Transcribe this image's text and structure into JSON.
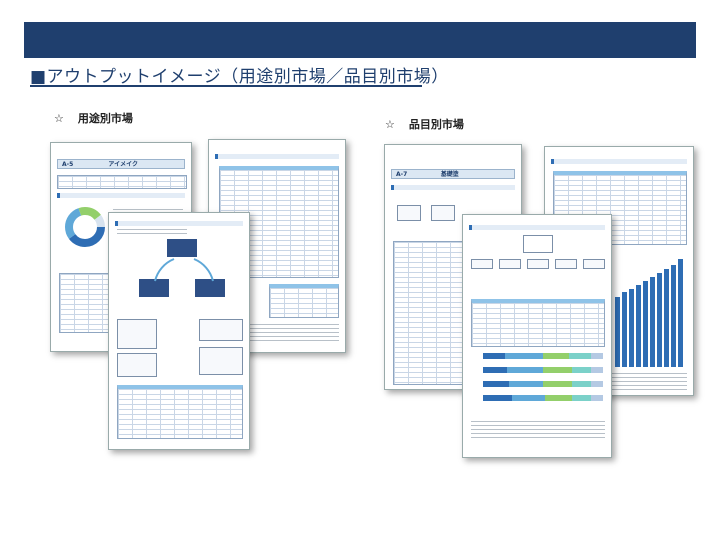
{
  "page": {
    "title": "■アウトプットイメージ（用途別市場／品目別市場）",
    "left_section": {
      "star": "☆",
      "label": "用途別市場"
    },
    "right_section": {
      "star": "☆",
      "label": "品目別市場"
    }
  },
  "documents": {
    "app_doc": {
      "code": "A-5",
      "name": "アイメイク"
    },
    "item_doc": {
      "code": "A-7",
      "name": "基礎塗"
    }
  },
  "colors": {
    "banner": "#1f3f6e",
    "accent": "#2e6db4",
    "table_header": "#8fc3e8"
  }
}
